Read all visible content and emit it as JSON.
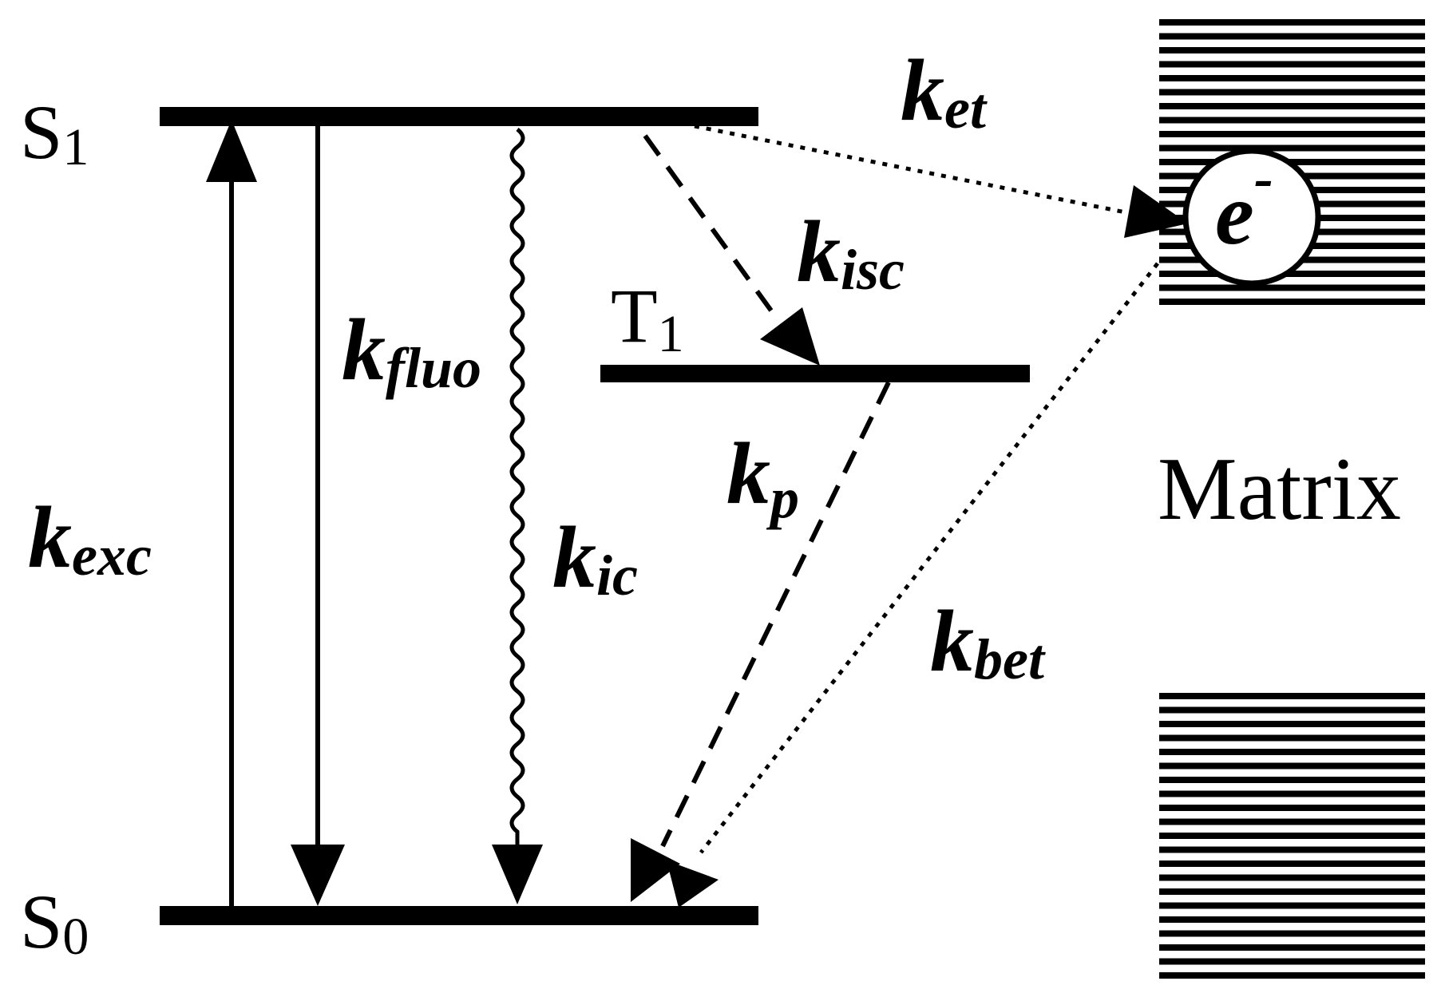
{
  "levels": {
    "s1": {
      "base": "S",
      "sub": "1"
    },
    "s0": {
      "base": "S",
      "sub": "0"
    },
    "t1": {
      "base": "T",
      "sub": "1"
    }
  },
  "rates": {
    "exc": {
      "k": "k",
      "sub": "exc"
    },
    "fluo": {
      "k": "k",
      "sub": "fluo"
    },
    "ic": {
      "k": "k",
      "sub": "ic"
    },
    "isc": {
      "k": "k",
      "sub": "isc"
    },
    "p": {
      "k": "k",
      "sub": "p"
    },
    "et": {
      "k": "k",
      "sub": "et"
    },
    "bet": {
      "k": "k",
      "sub": "bet"
    }
  },
  "electron": {
    "base": "e",
    "sup": "-"
  },
  "matrix_label": "Matrix"
}
